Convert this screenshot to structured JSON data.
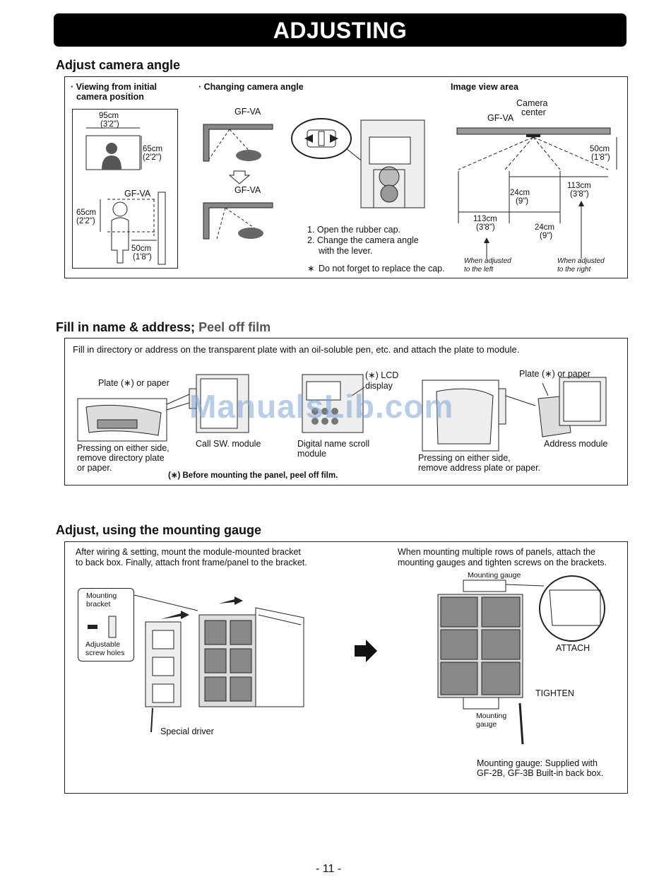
{
  "page": {
    "title": "ADJUSTING",
    "page_number": "- 11 -"
  },
  "watermark": "ManualsLib.com",
  "section1": {
    "heading": "Adjust camera angle",
    "view_initial_label_1": "· Viewing from initial",
    "view_initial_label_2": "camera position",
    "w95": "95cm",
    "w95i": "(3'2\")",
    "h65a": "65cm",
    "h65ai": "(2'2\")",
    "gfva_left": "GF-VA",
    "h65b": "65cm",
    "h65bi": "(2'2\")",
    "d50": "50cm",
    "d50i": "(1'8\")",
    "change_label": "· Changing camera angle",
    "gfva_top": "GF-VA",
    "gfva_mid": "GF-VA",
    "steps": [
      "1. Open the rubber cap.",
      "2. Change the camera angle",
      "with the lever."
    ],
    "note_star": "∗",
    "note": "Do not forget to replace the cap.",
    "view_area_label": "Image view area",
    "camera_center_1": "Camera",
    "camera_center_2": "center",
    "gfva_right": "GF-VA",
    "r50": "50cm",
    "r50i": "(1'8\")",
    "r113a": "113cm",
    "r113ai": "(3'8\")",
    "r24a": "24cm",
    "r24ai": "(9\")",
    "r113b": "113cm",
    "r113bi": "(3'8\")",
    "r24b": "24cm",
    "r24bi": "(9\")",
    "left_note_1": "When adjusted",
    "left_note_2": "to the left",
    "right_note_1": "When adjusted",
    "right_note_2": "to the right"
  },
  "section2": {
    "heading_main": "Fill in name & address;",
    "heading_sub": "Peel off film",
    "intro": "Fill in directory or address on the transparent plate with an oil-soluble pen, etc. and attach the plate to module.",
    "plate_left": "Plate (∗) or paper",
    "press_left": [
      "Pressing on either side,",
      "remove directory plate",
      "or paper."
    ],
    "call_sw": "Call SW. module",
    "digital_1": "Digital name scroll",
    "digital_2": "module",
    "lcd_1": "(∗) LCD",
    "lcd_2": "display",
    "plate_right": "Plate (∗) or paper",
    "address_module": "Address module",
    "press_right": [
      "Pressing on either side,",
      "remove address plate or paper."
    ],
    "film_note": "(∗) Before mounting the panel, peel off film."
  },
  "section3": {
    "heading": "Adjust, using the mounting gauge",
    "intro_left": [
      "After wiring & setting, mount the module-mounted bracket",
      "to back box. Finally, attach front frame/panel to the bracket."
    ],
    "intro_right": [
      "When mounting multiple rows of panels, attach the",
      "mounting gauges and tighten screws on the brackets."
    ],
    "callout_1": "Mounting",
    "callout_2": "bracket",
    "callout_3": "Adjustable",
    "callout_4": "screw holes",
    "special_driver": "Special driver",
    "gauge_top": "Mounting gauge",
    "attach": "ATTACH",
    "tighten": "TIGHTEN",
    "gauge_bottom_1": "Mounting",
    "gauge_bottom_2": "gauge",
    "supplied": [
      "Mounting gauge: Supplied with",
      "GF-2B, GF-3B Built-in back box."
    ]
  }
}
